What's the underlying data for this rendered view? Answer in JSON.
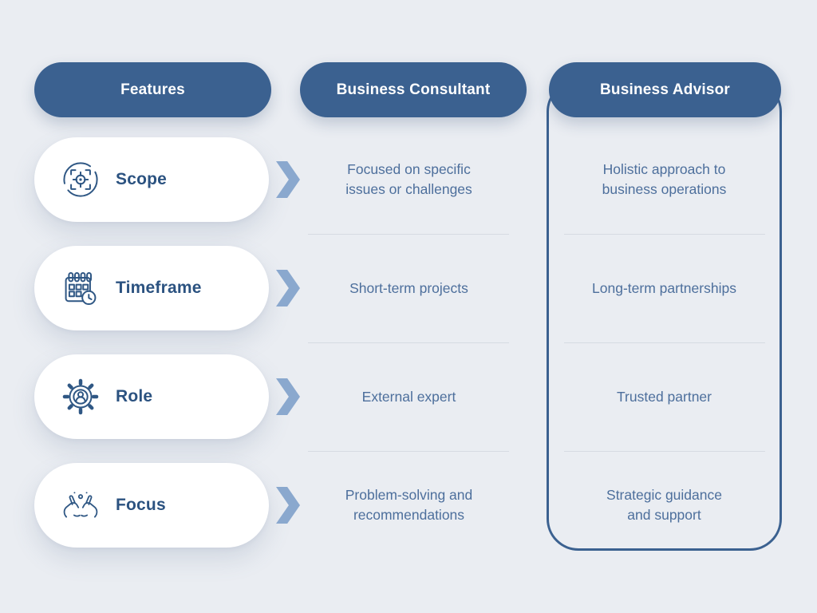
{
  "colors": {
    "background": "#eaedf2",
    "header_pill": "#3b6190",
    "header_text": "#ffffff",
    "feature_label": "#2b5280",
    "cell_text": "#4d6f9c",
    "chevron": "#8aa8ce",
    "divider": "#d6dbe2",
    "advisor_outline": "#3b6190",
    "row_pill": "#ffffff"
  },
  "header": {
    "features": "Features",
    "consultant": "Business Consultant",
    "advisor": "Business Advisor"
  },
  "rows": [
    {
      "feature": "Scope",
      "icon": "target-scope-icon",
      "consultant": "Focused on specific\nissues or challenges",
      "advisor": "Holistic approach to\nbusiness operations"
    },
    {
      "feature": "Timeframe",
      "icon": "calendar-clock-icon",
      "consultant": "Short-term projects",
      "advisor": "Long-term partnerships"
    },
    {
      "feature": "Role",
      "icon": "gear-person-icon",
      "consultant": "External expert",
      "advisor": "Trusted partner"
    },
    {
      "feature": "Focus",
      "icon": "hands-framing-icon",
      "consultant": "Problem-solving and\nrecommendations",
      "advisor": "Strategic guidance\nand support"
    }
  ]
}
